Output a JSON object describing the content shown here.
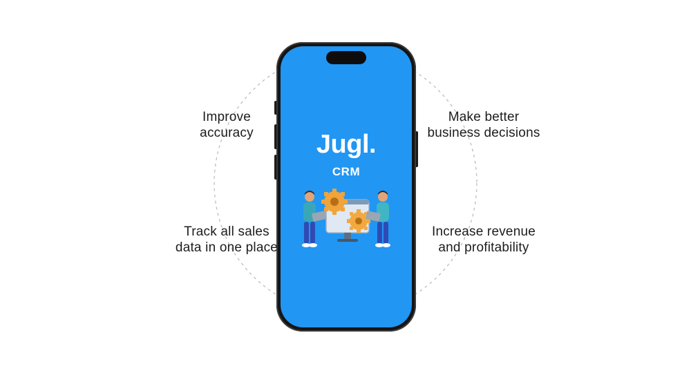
{
  "benefits": {
    "improve_accuracy_1": "Improve",
    "improve_accuracy_2": "accuracy",
    "decisions_1": "Make better",
    "decisions_2": "business decisions",
    "sales_data_1": "Track all sales",
    "sales_data_2": "data in one place",
    "revenue_1": "Increase revenue",
    "revenue_2": "and profitability"
  },
  "phone": {
    "logo": "Jugl",
    "logo_dot": ".",
    "subtitle": "CRM",
    "screen_color": "#2196f3"
  },
  "illustration": {
    "icons": [
      "person-icon",
      "gear-icon",
      "gear-icon",
      "monitor-icon",
      "person-icon",
      "laptop-icon"
    ]
  }
}
